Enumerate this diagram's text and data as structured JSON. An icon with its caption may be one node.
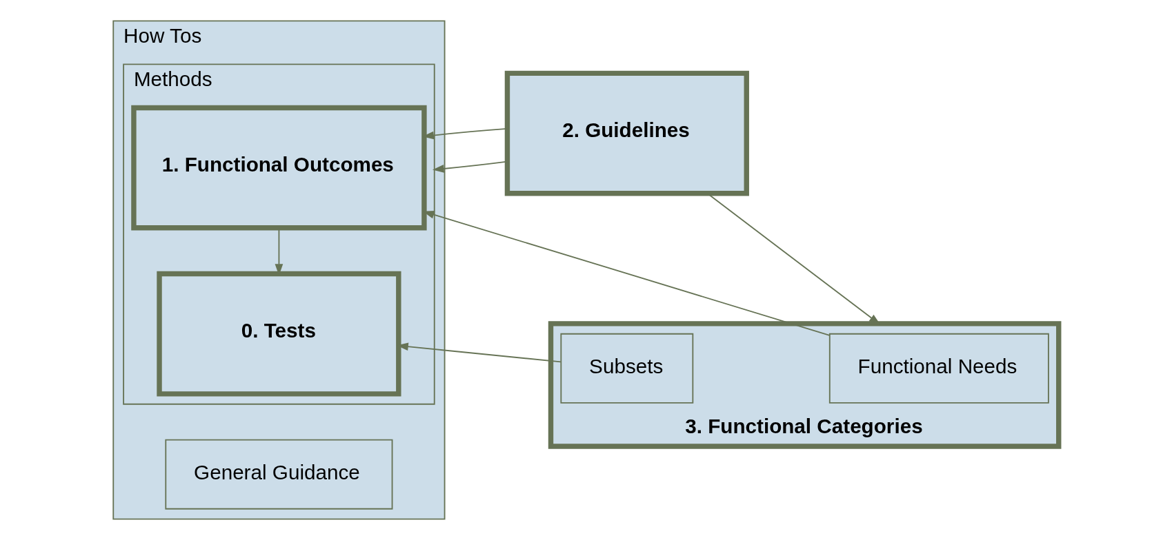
{
  "diagram": {
    "nodes": [
      {
        "text": [
          "How Tos"
        ]
      },
      {
        "text": [
          "General Guidance"
        ],
        "in": 0
      },
      {
        "text": [
          "Methods"
        ],
        "in": 0
      },
      {
        "text": [
          "1. Functional Outcomes"
        ],
        "in": 2
      },
      {
        "text": [
          "0. Tests"
        ],
        "in": 2
      },
      {
        "text": [
          "2. Guidelines"
        ]
      },
      {
        "text": [
          "3. Functional Categories"
        ]
      },
      {
        "text": [
          "Functional Needs"
        ],
        "in": 6
      },
      {
        "text": [
          "Subsets"
        ],
        "in": 6
      }
    ],
    "edges": [
      {
        "from": 7,
        "to": 3,
        "arrow": "to"
      },
      {
        "from": 3,
        "to": 4,
        "arrow": "to"
      },
      {
        "from": 5,
        "to": 2,
        "arrow": "to"
      },
      {
        "from": 5,
        "to": 3,
        "arrow": "to"
      },
      {
        "from": 5,
        "to": 6,
        "arrow": "to"
      },
      {
        "from": 8,
        "to": 4,
        "arrow": "to"
      }
    ]
  }
}
